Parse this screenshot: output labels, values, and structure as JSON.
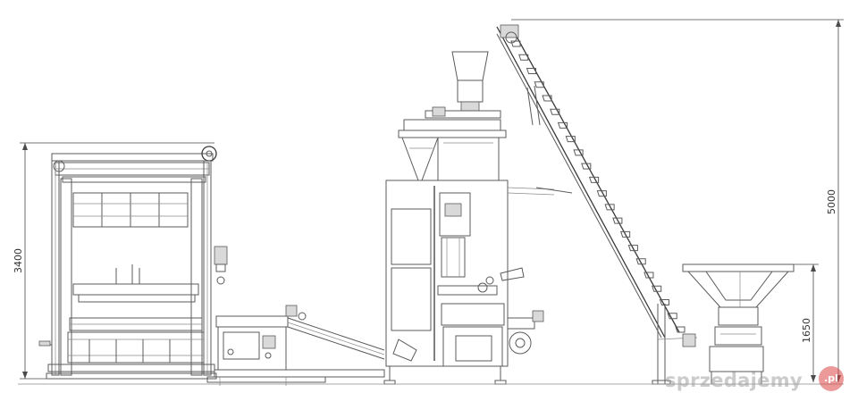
{
  "dimensions": {
    "left_height": "3400",
    "elevator_height": "5000",
    "hopper_height": "1650"
  },
  "watermark": {
    "text": "sprzedajemy",
    "badge": ".pl"
  },
  "colors": {
    "line": "#5b5b5b",
    "background": "#ffffff",
    "watermark_badge": "#dc4646"
  }
}
